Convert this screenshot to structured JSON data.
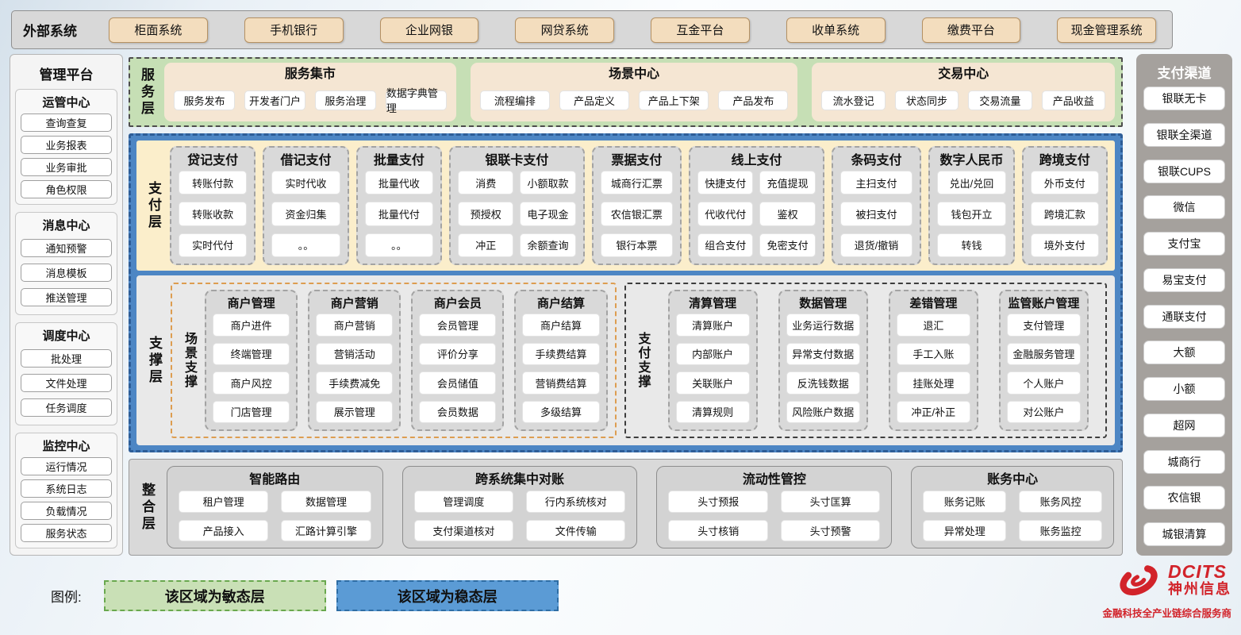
{
  "external_systems": {
    "label": "外部系统",
    "systems": [
      "柜面系统",
      "手机银行",
      "企业网银",
      "网贷系统",
      "互金平台",
      "收单系统",
      "缴费平台",
      "现金管理系统"
    ]
  },
  "management_platform": {
    "title": "管理平台",
    "sections": [
      {
        "title": "运管中心",
        "items": [
          "查询查复",
          "业务报表",
          "业务审批",
          "角色权限"
        ]
      },
      {
        "title": "消息中心",
        "items": [
          "通知预警",
          "消息模板",
          "推送管理"
        ]
      },
      {
        "title": "调度中心",
        "items": [
          "批处理",
          "文件处理",
          "任务调度"
        ]
      },
      {
        "title": "监控中心",
        "items": [
          "运行情况",
          "系统日志",
          "负载情况",
          "服务状态"
        ]
      }
    ]
  },
  "service_layer": {
    "label": "服务层",
    "panels": [
      {
        "title": "服务集市",
        "items": [
          "服务发布",
          "开发者门户",
          "服务治理",
          "数据字典管理"
        ]
      },
      {
        "title": "场景中心",
        "items": [
          "流程编排",
          "产品定义",
          "产品上下架",
          "产品发布"
        ]
      },
      {
        "title": "交易中心",
        "items": [
          "流水登记",
          "状态同步",
          "交易流量",
          "产品收益"
        ]
      }
    ]
  },
  "payment_layer": {
    "label": "支付层",
    "columns": [
      {
        "title": "贷记支付",
        "items": [
          "转账付款",
          "转账收款",
          "实时代付"
        ]
      },
      {
        "title": "借记支付",
        "items": [
          "实时代收",
          "资金归集",
          "。。"
        ]
      },
      {
        "title": "批量支付",
        "items": [
          "批量代收",
          "批量代付",
          "。。"
        ]
      },
      {
        "title": "银联卡支付",
        "items": [
          "消费",
          "小额取款",
          "预授权",
          "电子现金",
          "冲正",
          "余额查询"
        ]
      },
      {
        "title": "票据支付",
        "items": [
          "城商行汇票",
          "农信银汇票",
          "银行本票"
        ]
      },
      {
        "title": "线上支付",
        "items": [
          "快捷支付",
          "充值提现",
          "代收代付",
          "鉴权",
          "组合支付",
          "免密支付"
        ]
      },
      {
        "title": "条码支付",
        "items": [
          "主扫支付",
          "被扫支付",
          "退货/撤销"
        ]
      },
      {
        "title": "数字人民币",
        "items": [
          "兑出/兑回",
          "钱包开立",
          "转钱"
        ]
      },
      {
        "title": "跨境支付",
        "items": [
          "外币支付",
          "跨境汇款",
          "境外支付"
        ]
      }
    ]
  },
  "support_layer": {
    "label": "支撑层",
    "groups": [
      {
        "label": "场景支撑",
        "columns": [
          {
            "title": "商户管理",
            "items": [
              "商户进件",
              "终端管理",
              "商户风控",
              "门店管理"
            ]
          },
          {
            "title": "商户营销",
            "items": [
              "商户营销",
              "营销活动",
              "手续费减免",
              "展示管理"
            ]
          },
          {
            "title": "商户会员",
            "items": [
              "会员管理",
              "评价分享",
              "会员储值",
              "会员数据"
            ]
          },
          {
            "title": "商户结算",
            "items": [
              "商户结算",
              "手续费结算",
              "营销费结算",
              "多级结算"
            ]
          }
        ]
      },
      {
        "label": "支付支撑",
        "columns": [
          {
            "title": "清算管理",
            "items": [
              "清算账户",
              "内部账户",
              "关联账户",
              "清算规则"
            ]
          },
          {
            "title": "数据管理",
            "items": [
              "业务运行数据",
              "异常支付数据",
              "反洗钱数据",
              "风险账户数据"
            ]
          },
          {
            "title": "差错管理",
            "items": [
              "退汇",
              "手工入账",
              "挂账处理",
              "冲正/补正"
            ]
          },
          {
            "title": "监管账户管理",
            "items": [
              "支付管理",
              "金融服务管理",
              "个人账户",
              "对公账户"
            ]
          }
        ]
      }
    ]
  },
  "integration_layer": {
    "label": "整合层",
    "panels": [
      {
        "title": "智能路由",
        "items": [
          "租户管理",
          "数据管理",
          "产品接入",
          "汇路计算引擎"
        ]
      },
      {
        "title": "跨系统集中对账",
        "items": [
          "管理调度",
          "行内系统核对",
          "支付渠道核对",
          "文件传输"
        ]
      },
      {
        "title": "流动性管控",
        "items": [
          "头寸预报",
          "头寸匡算",
          "头寸核销",
          "头寸预警"
        ]
      },
      {
        "title": "账务中心",
        "items": [
          "账务记账",
          "账务风控",
          "异常处理",
          "账务监控"
        ]
      }
    ]
  },
  "payment_channels": {
    "title": "支付渠道",
    "channels": [
      "银联无卡",
      "银联全渠道",
      "银联CUPS",
      "微信",
      "支付宝",
      "易宝支付",
      "通联支付",
      "大额",
      "小额",
      "超网",
      "城商行",
      "农信银",
      "城银清算"
    ]
  },
  "legend": {
    "label": "图例:",
    "agile": "该区域为敏态层",
    "stable": "该区域为稳态层"
  },
  "logo": {
    "brand": "DCITS",
    "company": "神州信息",
    "tagline": "金融科技全产业链综合服务商"
  },
  "colors": {
    "agile_green": "#c6dfb5",
    "stable_blue": "#5b9bd5",
    "stable_border_blue": "#2d5d97",
    "payment_cream": "#fbeecb",
    "panel_tan": "#f5e6d3",
    "system_button_tan": "#f3ddbe",
    "gray_column": "#d9d9d9",
    "scene_support_orange": "#dd9d50",
    "channel_panel_gray": "#a5a19d",
    "brand_red": "#d2232a"
  }
}
